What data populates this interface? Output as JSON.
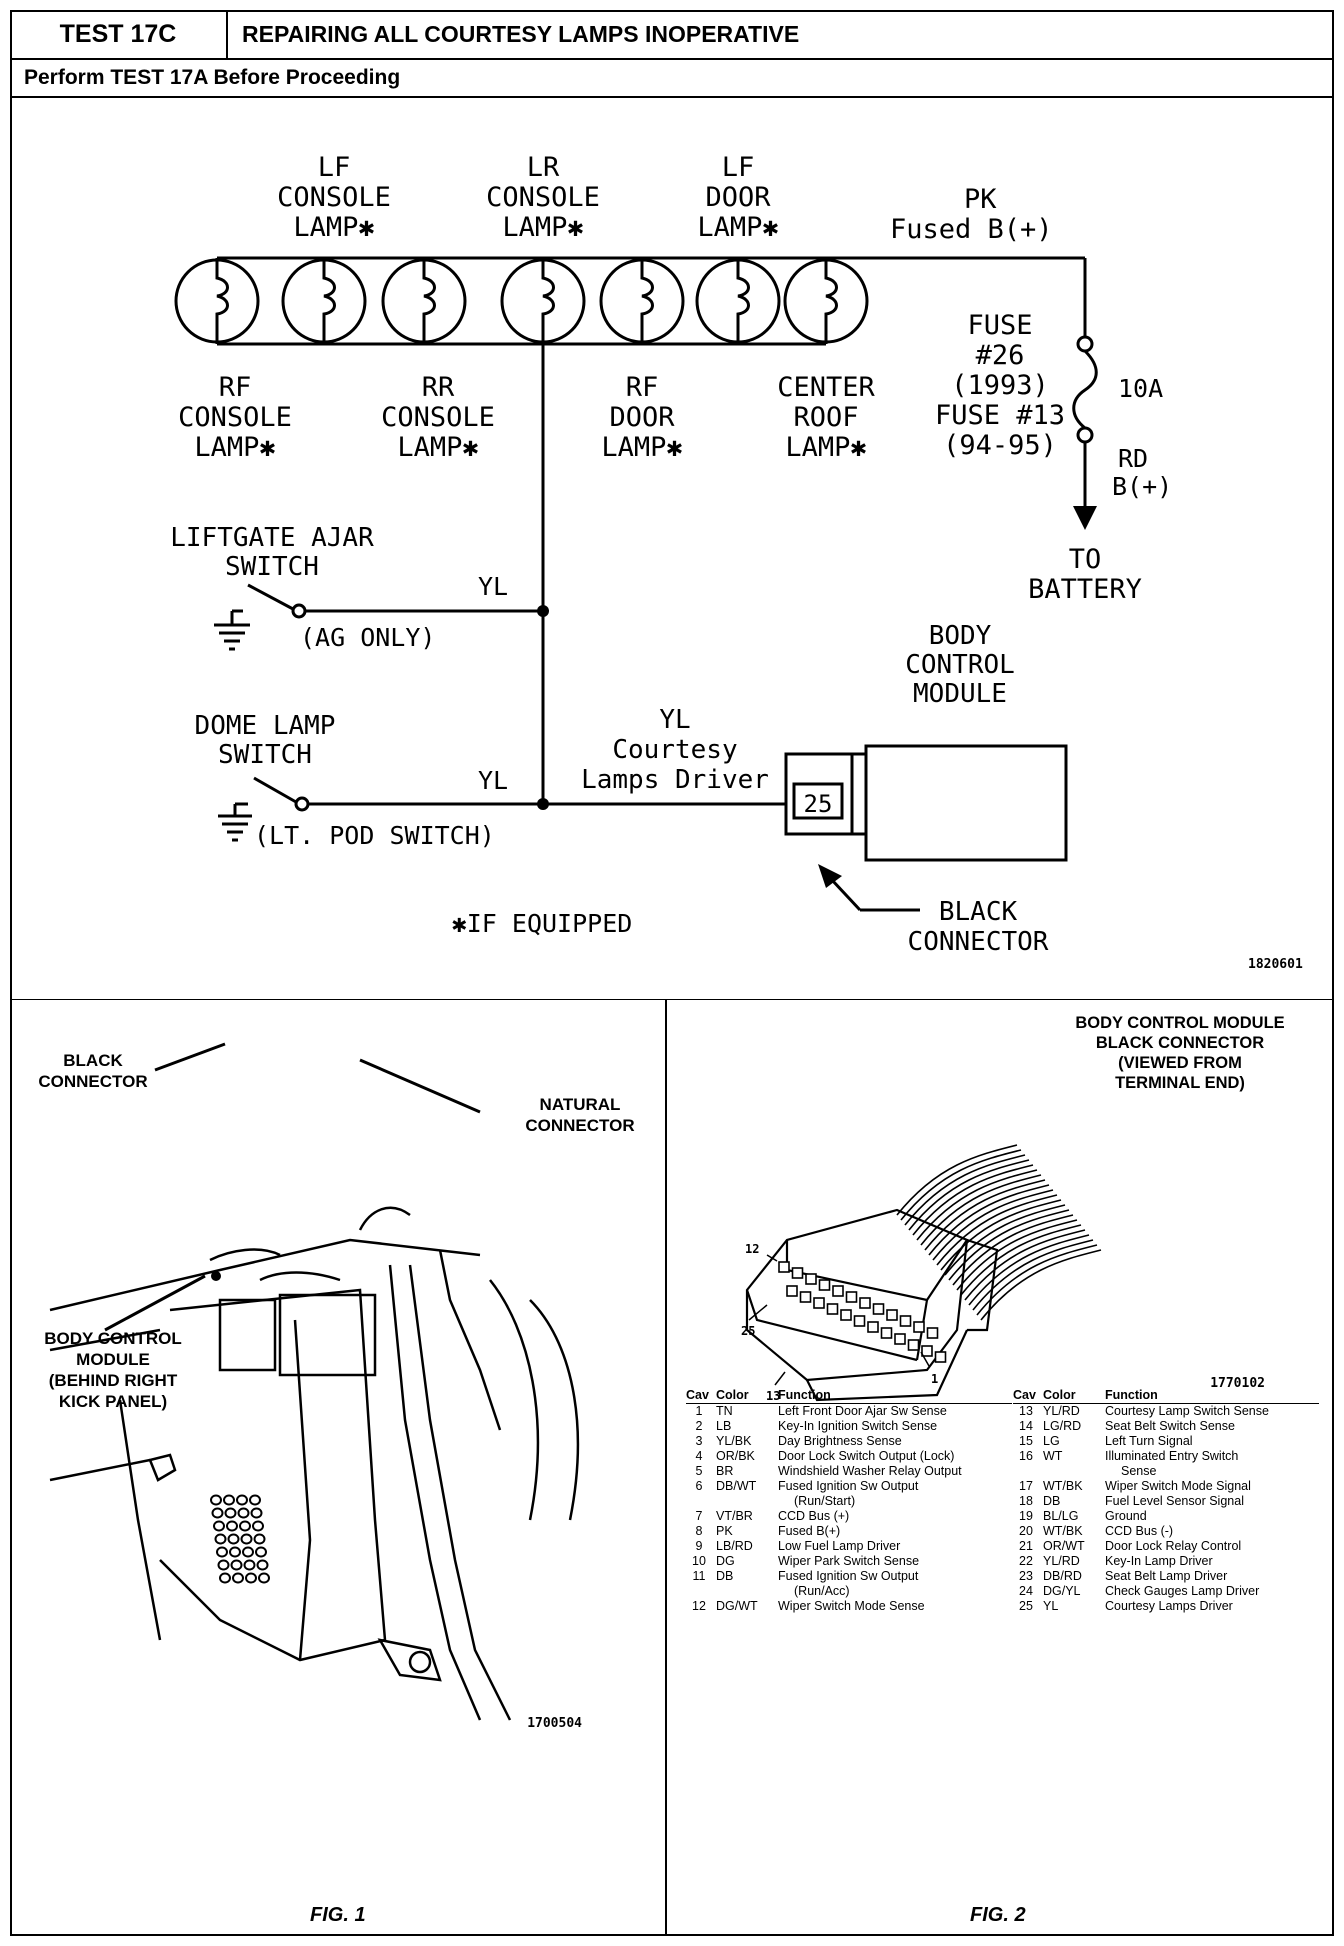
{
  "header": {
    "test_id": "TEST 17C",
    "title": "REPAIRING ALL COURTESY LAMPS INOPERATIVE",
    "subtitle": "Perform TEST 17A Before Proceeding"
  },
  "schematic": {
    "top_lamps": [
      {
        "lines": [
          "LF",
          "CONSOLE",
          "LAMP✱"
        ]
      },
      {
        "lines": [
          "LR",
          "CONSOLE",
          "LAMP✱"
        ]
      },
      {
        "lines": [
          "LF",
          "DOOR",
          "LAMP✱"
        ]
      }
    ],
    "bottom_lamps": [
      {
        "lines": [
          "RF",
          "CONSOLE",
          "LAMP✱"
        ]
      },
      {
        "lines": [
          "RR",
          "CONSOLE",
          "LAMP✱"
        ]
      },
      {
        "lines": [
          "RF",
          "DOOR",
          "LAMP✱"
        ]
      },
      {
        "lines": [
          "CENTER",
          "ROOF",
          "LAMP✱"
        ]
      }
    ],
    "pk_wire": [
      "PK",
      "Fused B(+)"
    ],
    "fuse_label": [
      "FUSE",
      "#26",
      "(1993)",
      "FUSE #13",
      "(94-95)"
    ],
    "fuse_rating": "10A",
    "rd_wire": [
      "RD",
      "B(+)"
    ],
    "to_battery": [
      "TO",
      "BATTERY"
    ],
    "liftgate_switch": [
      "LIFTGATE AJAR",
      "SWITCH"
    ],
    "ag_only": "(AG ONLY)",
    "wire_yl": "YL",
    "dome_switch": [
      "DOME LAMP",
      "SWITCH"
    ],
    "lt_pod": "(LT. POD SWITCH)",
    "courtesy_driver": [
      "YL",
      "Courtesy",
      "Lamps Driver"
    ],
    "bcm": [
      "BODY",
      "CONTROL",
      "MODULE"
    ],
    "pin": "25",
    "black_connector": [
      "BLACK",
      "CONNECTOR"
    ],
    "if_equipped": "✱IF EQUIPPED",
    "ref": "1820601"
  },
  "fig1": {
    "black_connector": [
      "BLACK",
      "CONNECTOR"
    ],
    "natural_connector": [
      "NATURAL",
      "CONNECTOR"
    ],
    "bcm": [
      "BODY CONTROL",
      "MODULE",
      "(BEHIND RIGHT",
      "KICK PANEL)"
    ],
    "ref": "1700504",
    "caption": "FIG. 1"
  },
  "fig2": {
    "title": [
      "BODY CONTROL MODULE",
      "BLACK CONNECTOR",
      "(VIEWED FROM",
      "TERMINAL END)"
    ],
    "pin_labels": [
      "12",
      "25",
      "13",
      "1"
    ],
    "ref": "1770102",
    "caption": "FIG. 2",
    "headers": [
      "Cav",
      "Color",
      "Function"
    ],
    "left_rows": [
      [
        "1",
        "TN",
        "Left Front Door Ajar Sw Sense"
      ],
      [
        "2",
        "LB",
        "Key-In Ignition Switch Sense"
      ],
      [
        "3",
        "YL/BK",
        "Day Brightness Sense"
      ],
      [
        "4",
        "OR/BK",
        "Door Lock Switch Output (Lock)"
      ],
      [
        "5",
        "BR",
        "Windshield Washer Relay Output"
      ],
      [
        "6",
        "DB/WT",
        "Fused Ignition Sw Output"
      ],
      [
        "",
        "",
        "(Run/Start)"
      ],
      [
        "7",
        "VT/BR",
        "CCD Bus (+)"
      ],
      [
        "8",
        "PK",
        "Fused B(+)"
      ],
      [
        "9",
        "LB/RD",
        "Low Fuel Lamp Driver"
      ],
      [
        "10",
        "DG",
        "Wiper Park Switch Sense"
      ],
      [
        "11",
        "DB",
        "Fused Ignition Sw Output"
      ],
      [
        "",
        "",
        "(Run/Acc)"
      ],
      [
        "12",
        "DG/WT",
        "Wiper Switch Mode Sense"
      ]
    ],
    "right_rows": [
      [
        "13",
        "YL/RD",
        "Courtesy Lamp Switch Sense"
      ],
      [
        "14",
        "LG/RD",
        "Seat Belt Switch Sense"
      ],
      [
        "15",
        "LG",
        "Left Turn Signal"
      ],
      [
        "16",
        "WT",
        "Illuminated Entry Switch"
      ],
      [
        "",
        "",
        "Sense"
      ],
      [
        "17",
        "WT/BK",
        "Wiper Switch Mode Signal"
      ],
      [
        "18",
        "DB",
        "Fuel Level Sensor Signal"
      ],
      [
        "19",
        "BL/LG",
        "Ground"
      ],
      [
        "20",
        "WT/BK",
        "CCD Bus (-)"
      ],
      [
        "21",
        "OR/WT",
        "Door Lock Relay Control"
      ],
      [
        "22",
        "YL/RD",
        "Key-In Lamp Driver"
      ],
      [
        "23",
        "DB/RD",
        "Seat Belt Lamp Driver"
      ],
      [
        "24",
        "DG/YL",
        "Check Gauges Lamp Driver"
      ],
      [
        "25",
        "YL",
        "Courtesy Lamps Driver"
      ]
    ]
  }
}
